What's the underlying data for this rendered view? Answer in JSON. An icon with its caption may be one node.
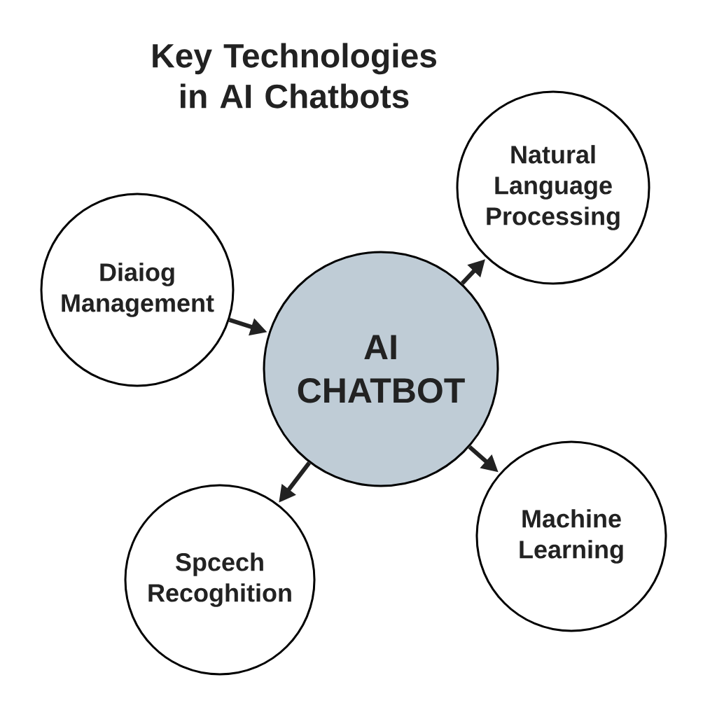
{
  "diagram": {
    "title": "Key Technologies in AI Chatbots",
    "nodes": [
      {
        "text": [
          "AI CHATBOT"
        ]
      },
      {
        "text": [
          "Diaiog Management"
        ]
      },
      {
        "text": [
          "Natural Language Processing"
        ]
      },
      {
        "text": [
          "Spcech Recoghition"
        ]
      },
      {
        "text": [
          "Machine Learning"
        ]
      }
    ],
    "edges": [
      {
        "from": 1,
        "to": 0,
        "arrow": "to"
      },
      {
        "from": 0,
        "to": 2,
        "arrow": "to"
      },
      {
        "from": 0,
        "to": 3,
        "arrow": "to"
      },
      {
        "from": 0,
        "to": 4,
        "arrow": "to"
      }
    ]
  }
}
